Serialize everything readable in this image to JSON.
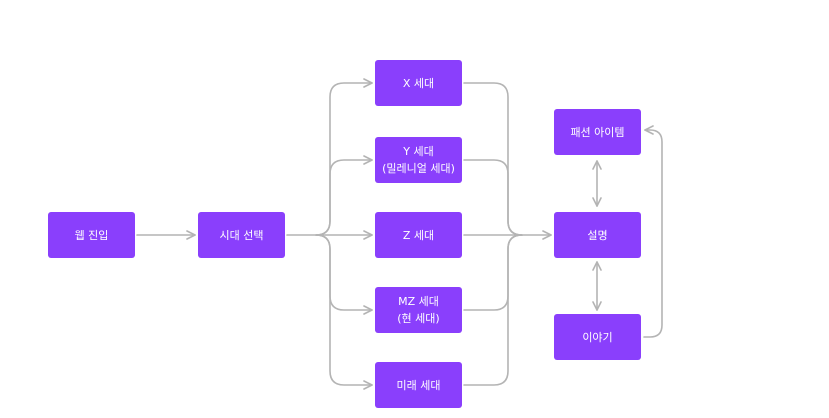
{
  "diagram": {
    "node_color": "#8a3ffc",
    "edge_color": "#b4b4b4",
    "nodes": {
      "web_entry": "웹 진입",
      "era_select": "시대 선택",
      "gen_x": "X 세대",
      "gen_y": "Y 세대\n(밀레니얼 세대)",
      "gen_z": "Z 세대",
      "gen_mz": "MZ 세대\n(현 세대)",
      "gen_future": "미래 세대",
      "fashion_item": "패션 아이템",
      "description": "설명",
      "story": "이야기"
    },
    "edges": [
      {
        "from": "web_entry",
        "to": "era_select",
        "type": "arrow"
      },
      {
        "from": "era_select",
        "to": "gen_x",
        "type": "arrow"
      },
      {
        "from": "era_select",
        "to": "gen_y",
        "type": "arrow"
      },
      {
        "from": "era_select",
        "to": "gen_z",
        "type": "arrow"
      },
      {
        "from": "era_select",
        "to": "gen_mz",
        "type": "arrow"
      },
      {
        "from": "era_select",
        "to": "gen_future",
        "type": "arrow"
      },
      {
        "from": "gen_x",
        "to": "description",
        "type": "arrow"
      },
      {
        "from": "gen_y",
        "to": "description",
        "type": "arrow"
      },
      {
        "from": "gen_z",
        "to": "description",
        "type": "arrow"
      },
      {
        "from": "gen_mz",
        "to": "description",
        "type": "arrow"
      },
      {
        "from": "gen_future",
        "to": "description",
        "type": "arrow"
      },
      {
        "from": "description",
        "to": "fashion_item",
        "type": "bidirectional"
      },
      {
        "from": "description",
        "to": "story",
        "type": "bidirectional"
      },
      {
        "from": "story",
        "to": "fashion_item",
        "type": "arrow"
      }
    ]
  }
}
